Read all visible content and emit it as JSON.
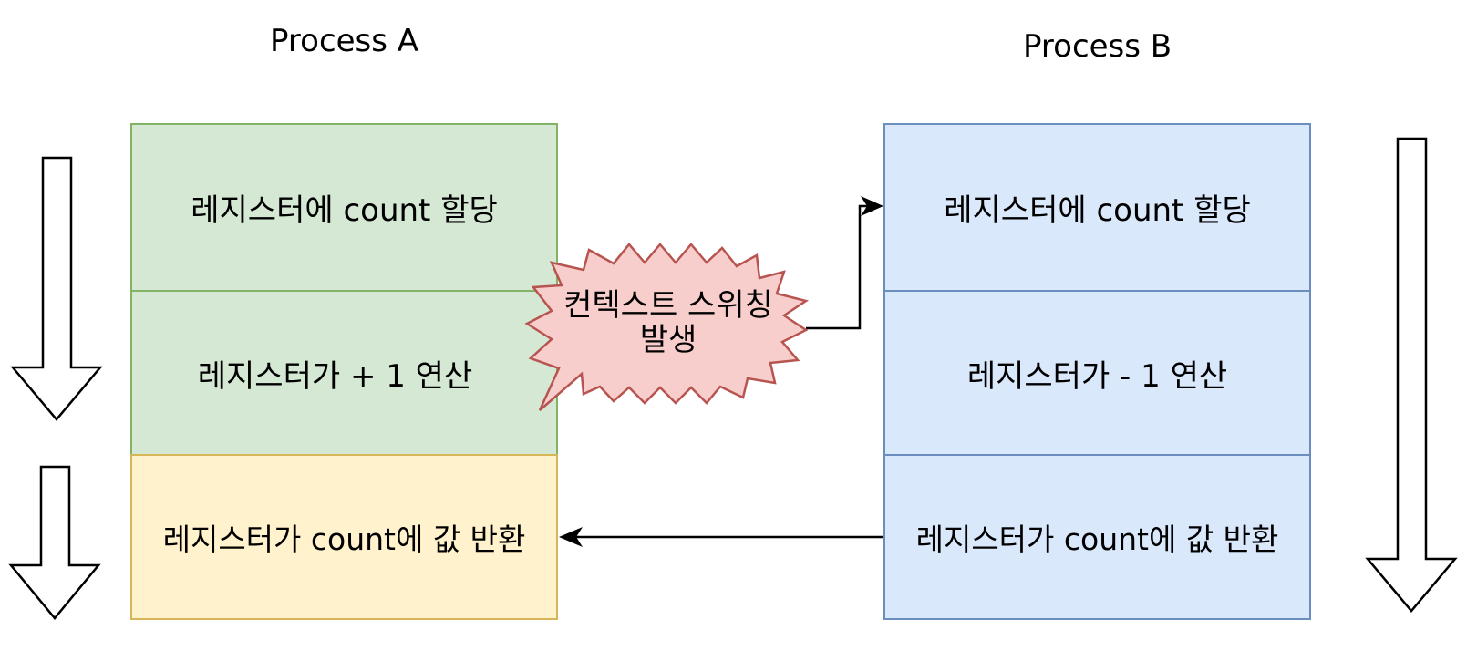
{
  "process_a": {
    "title": "Process A",
    "steps": [
      "레지스터에 count 할당",
      "레지스터가 + 1 연산",
      "레지스터가 count에 값 반환"
    ]
  },
  "process_b": {
    "title": "Process B",
    "steps": [
      "레지스터에 count 할당",
      "레지스터가 - 1 연산",
      "레지스터가 count에 값 반환"
    ]
  },
  "context_switch": {
    "line1": "컨텍스트 스위칭",
    "line2": "발생"
  },
  "colors": {
    "green_fill": "#d5e8d4",
    "green_stroke": "#82b366",
    "yellow_fill": "#fff2cc",
    "yellow_stroke": "#d6b656",
    "blue_fill": "#dae8fc",
    "blue_stroke": "#6c8ebf",
    "burst_fill": "#f8cecc",
    "burst_stroke": "#b85450"
  }
}
